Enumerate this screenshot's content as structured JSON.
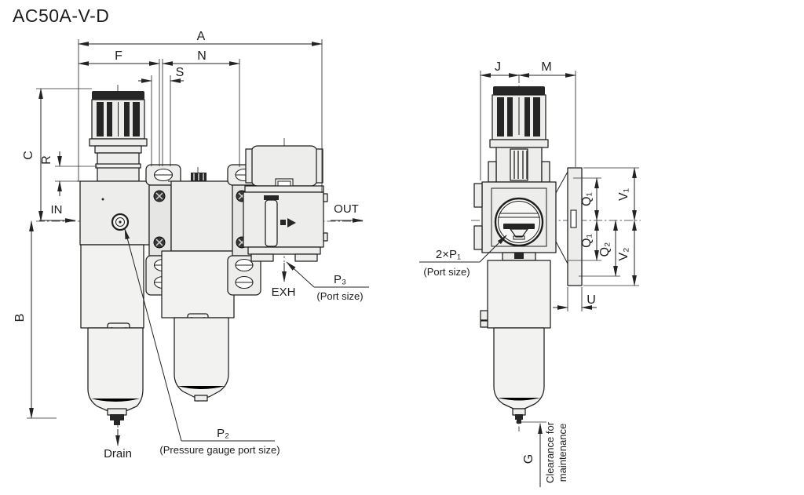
{
  "title": "AC50A-V-D",
  "colors": {
    "line": "#1f1f1f",
    "fill_light": "#f2f2f0",
    "fill_mid": "#ededeb",
    "fill_dark": "#262626",
    "background": "#ffffff",
    "text": "#1d1d1d"
  },
  "front_view": {
    "dims": {
      "A": "A",
      "F": "F",
      "N": "N",
      "S": "S",
      "C": "C",
      "R": "R",
      "B": "B"
    },
    "labels": {
      "in": "IN",
      "out": "OUT",
      "exh": "EXH",
      "drain": "Drain"
    },
    "p3": {
      "name": "P₃",
      "note": "(Port size)"
    },
    "p2": {
      "name": "P₂",
      "note": "(Pressure gauge port size)"
    }
  },
  "side_view": {
    "dims": {
      "J": "J",
      "M": "M",
      "Q1a": "Q₁",
      "Q1b": "Q₁",
      "Q2": "Q₂",
      "V1": "V₁",
      "V2": "V₂",
      "U": "U",
      "G": "G"
    },
    "p1": {
      "name": "2×P₁",
      "note": "(Port size)"
    },
    "clearance": {
      "line1": "Clearance for",
      "line2": "maintenance"
    }
  }
}
